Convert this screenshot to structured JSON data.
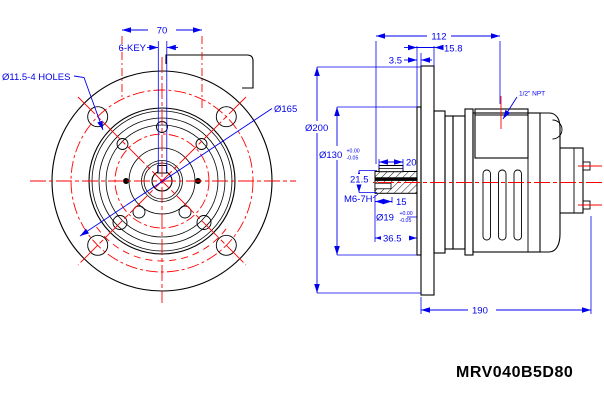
{
  "drawing_title": "MRV040B5D80",
  "colors": {
    "geometry": "#000000",
    "dimension": "#0000ee",
    "centerline": "#ff0000",
    "background": "#ffffff"
  },
  "front_view": {
    "dim_width_top": "70",
    "label_key": "6-KEY",
    "label_holes": "Ø11.5-4 HOLES",
    "label_bolt_circle": "Ø165"
  },
  "side_view": {
    "dim_length_to_conduit": "112",
    "dim_flange_thickness_offset": "15.8",
    "dim_spigot_depth": "3.5",
    "dim_flange_od": "Ø200",
    "dim_spigot_od": "Ø130",
    "tol_spigot_upper": "+0.00",
    "tol_spigot_lower": "-0.05",
    "dim_keyway_length": "20",
    "dim_bore_keyway_height": "21.5",
    "label_tapped_hole": "M6-7H",
    "dim_tap_position": "15",
    "dim_bore": "Ø19",
    "tol_bore_upper": "+0.00",
    "tol_bore_lower": "-0.05",
    "dim_shaft_projection": "36.5",
    "dim_overall_length": "190",
    "label_conduit": "1/2\" NPT"
  }
}
